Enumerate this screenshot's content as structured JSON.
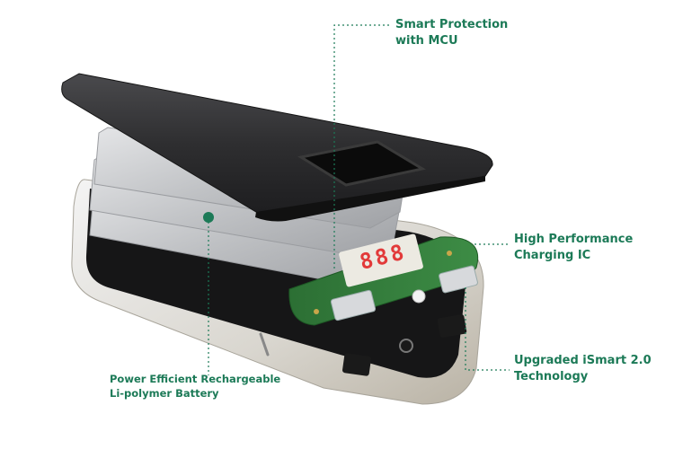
{
  "colors": {
    "accent": "#1c7a57",
    "casing": "#2b2b2d",
    "cell": "#c9cbce",
    "pcb": "#2f7a3a",
    "display_digits": "#e23a3a"
  },
  "callouts": {
    "mcu": {
      "line1": "Smart Protection",
      "line2": "with MCU"
    },
    "ic": {
      "line1": "High Performance",
      "line2": "Charging IC"
    },
    "ismart": {
      "line1": "Upgraded iSmart 2.0",
      "line2": "Technology"
    },
    "battery": {
      "line1": "Power Efficient Rechargeable",
      "line2": "Li-polymer Battery"
    }
  },
  "display": {
    "digits": "888"
  }
}
